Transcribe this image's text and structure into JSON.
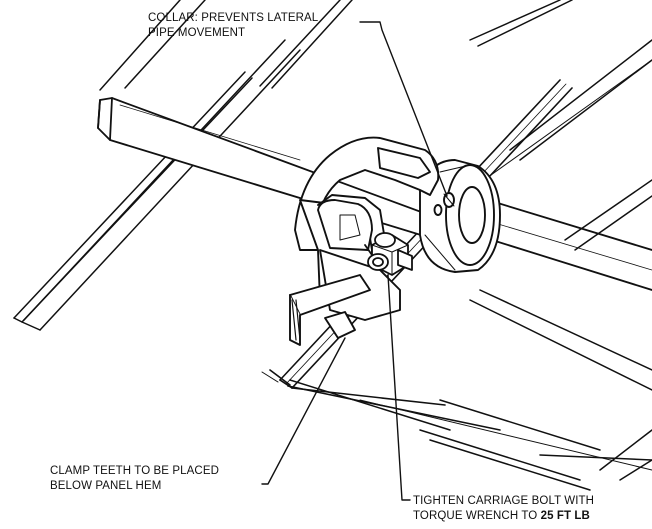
{
  "callouts": {
    "collar": {
      "line1": "COLLAR: PREVENTS LATERAL",
      "line2": "PIPE MOVEMENT"
    },
    "clamp_teeth": {
      "line1": "CLAMP TEETH TO BE PLACED",
      "line2": "BELOW PANEL HEM"
    },
    "carriage_bolt": {
      "line1": "TIGHTEN CARRIAGE BOLT WITH",
      "line2_prefix": "TORQUE WRENCH TO ",
      "line2_emphasis": "25 FT LB"
    }
  },
  "colors": {
    "ink": "#111111",
    "background": "#ffffff"
  }
}
